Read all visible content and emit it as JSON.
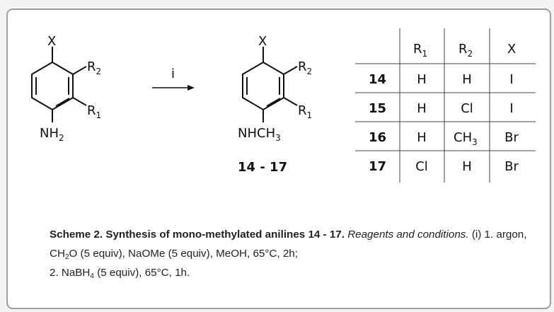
{
  "scheme": {
    "reactant": {
      "top_label": "X",
      "r2_label": "R",
      "r2_sub": "2",
      "r1_label": "R",
      "r1_sub": "1",
      "bottom_label": "NH",
      "bottom_sub": "2"
    },
    "arrow_label": "i",
    "product": {
      "top_label": "X",
      "r2_label": "R",
      "r2_sub": "2",
      "r1_label": "R",
      "r1_sub": "1",
      "bottom_label_a": "NHCH",
      "bottom_sub": "3",
      "compound_range": "14 - 17"
    },
    "table": {
      "headers": [
        {
          "label": "R",
          "sub": "1"
        },
        {
          "label": "R",
          "sub": "2"
        },
        {
          "label": "X",
          "sub": ""
        }
      ],
      "rows": [
        {
          "id": "14",
          "r1": "H",
          "r2": "H",
          "r2_sub": "",
          "x": "I"
        },
        {
          "id": "15",
          "r1": "H",
          "r2": "Cl",
          "r2_sub": "",
          "x": "I"
        },
        {
          "id": "16",
          "r1": "H",
          "r2": "CH",
          "r2_sub": "3",
          "x": "Br"
        },
        {
          "id": "17",
          "r1": "Cl",
          "r2": "H",
          "r2_sub": "",
          "x": "Br"
        }
      ]
    }
  },
  "caption": {
    "title": "Scheme 2. Synthesis of mono-methylated anilines 14 - 17.",
    "reagents_label": "Reagents and conditions.",
    "part1": " (i) 1. argon, CH",
    "part1_sub": "2",
    "part2": "O (5 equiv), NaOMe (5 equiv), MeOH, 65°C, 2h;",
    "part3": "2. NaBH",
    "part3_sub": "4",
    "part4": " (5 equiv), 65°C, 1h."
  }
}
